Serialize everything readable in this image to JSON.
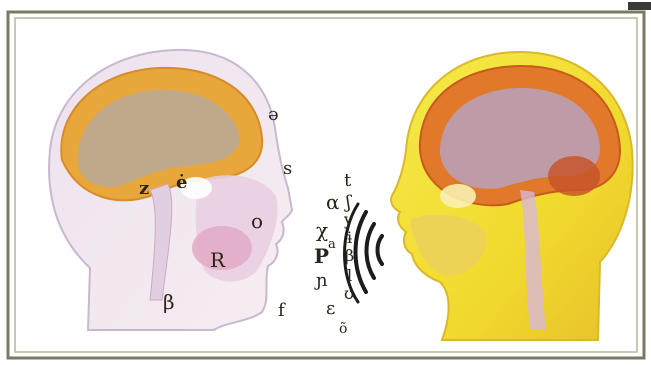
{
  "colors": {
    "frame_outer": "#7a7a64",
    "frame_inner": "#b8b49a",
    "left_skin": "#efe7ee",
    "left_brain": "#e8a73a",
    "left_brain_inner": "#b9a89a",
    "right_skin": "#f2e23a",
    "right_brain": "#e07a2a",
    "right_brain_inner": "#b7a4c8",
    "sound_waves": "#1c1c1c"
  },
  "left_head": {
    "symbols": {
      "schwa": "ə",
      "s": "s",
      "z": "z",
      "e_dot": "ė",
      "o": "o",
      "r": "R",
      "beta": "β",
      "f": "f"
    }
  },
  "speech_stream": {
    "symbols": {
      "t": "t",
      "alpha": "α",
      "chi": "χ",
      "a_small": "a",
      "p": "P",
      "n": "ɲ",
      "epsilon": "ɛ",
      "o_tilde": "õ",
      "esh": "ʃ",
      "y": "y",
      "i": "ɨ",
      "beta": "β",
      "l": "l",
      "upsilon": "ʊ"
    }
  }
}
